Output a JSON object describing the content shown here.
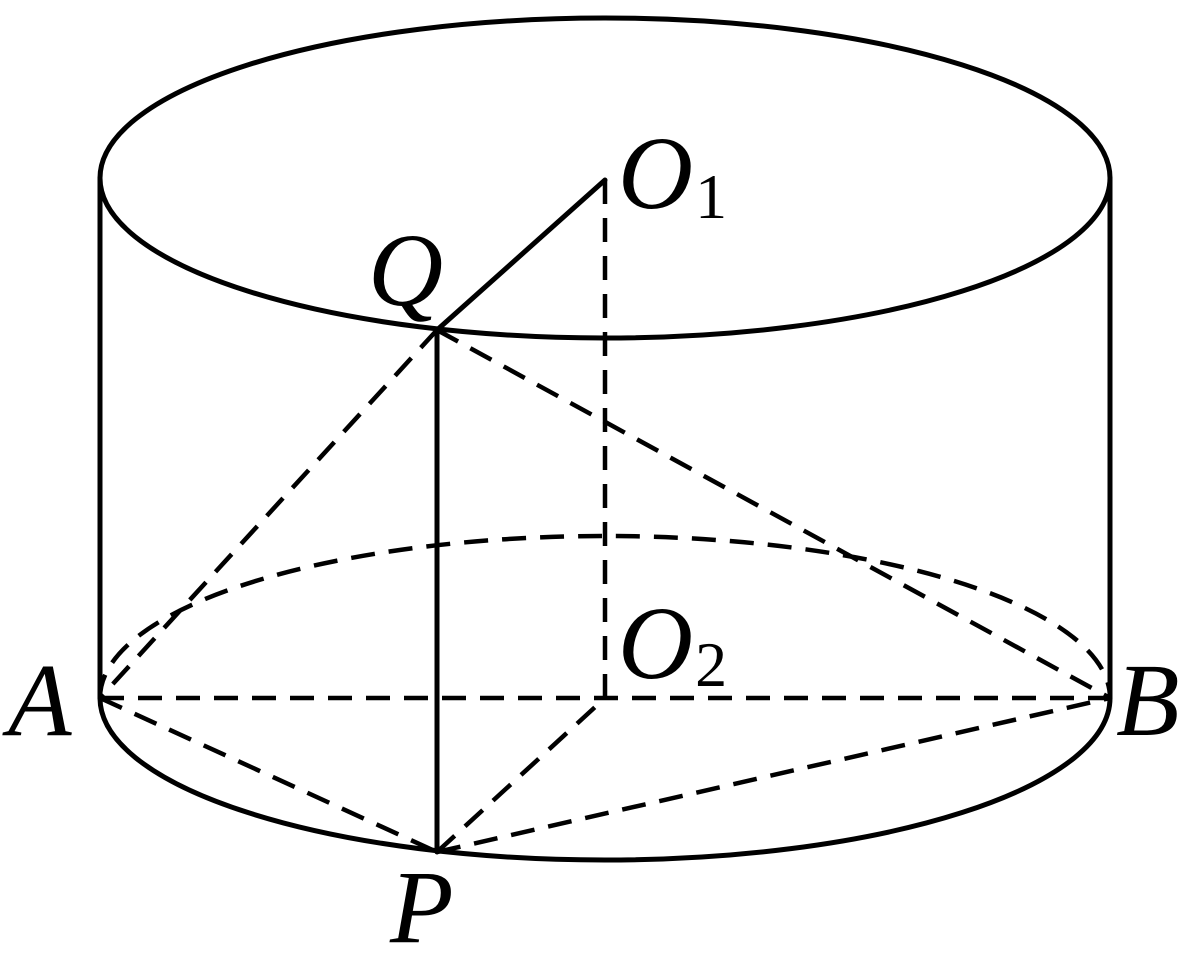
{
  "diagram": {
    "type": "geometry-cylinder",
    "labels": {
      "O1": {
        "main": "O",
        "sub": "1"
      },
      "O2": {
        "main": "O",
        "sub": "2"
      },
      "Q": "Q",
      "A": "A",
      "B": "B",
      "P": "P"
    }
  }
}
